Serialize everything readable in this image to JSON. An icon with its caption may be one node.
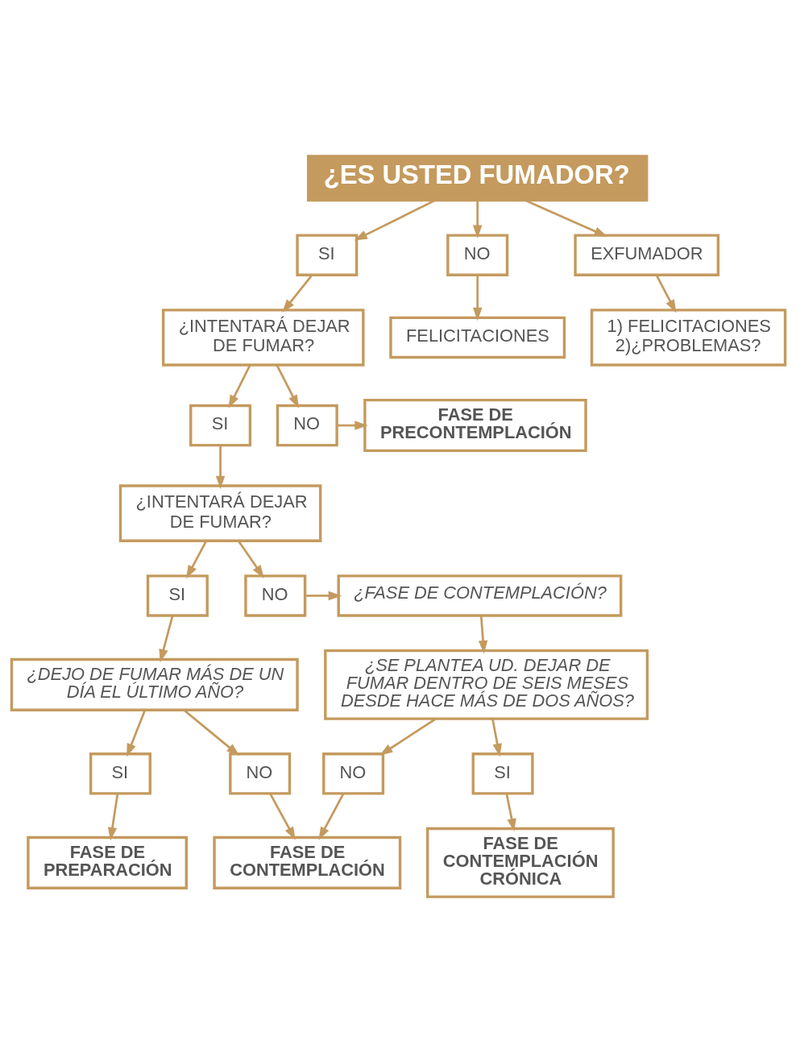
{
  "diagram": {
    "nodes": [
      {
        "text": [
          "¿ES USTED FUMADOR?"
        ]
      },
      {
        "text": [
          "SI"
        ]
      },
      {
        "text": [
          "NO"
        ]
      },
      {
        "text": [
          "EXFUMADOR"
        ]
      },
      {
        "text": [
          "FELICITACIONES"
        ]
      },
      {
        "text": [
          "1) FELICITACIONES",
          "2)¿PROBLEMAS?"
        ]
      },
      {
        "text": [
          "¿INTENTARÁ DEJAR DE FUMAR?"
        ]
      },
      {
        "text": [
          "SI"
        ]
      },
      {
        "text": [
          "NO"
        ]
      },
      {
        "text": [
          "FASE DE PRECONTEMPLACIÓN"
        ]
      },
      {
        "text": [
          "¿INTENTARÁ DEJAR DE FUMAR?"
        ]
      },
      {
        "text": [
          "SI"
        ]
      },
      {
        "text": [
          "NO"
        ]
      },
      {
        "text": [
          "¿FASE DE CONTEMPLACIÓN?"
        ]
      },
      {
        "text": [
          "¿DEJO DE FUMAR MÁS DE UN DÍA EL ÚLTIMO AÑO?"
        ]
      },
      {
        "text": [
          "¿SE PLANTEA UD. DEJAR DE FUMAR DENTRO DE SEIS MESES DESDE HACE MÁS DE DOS AÑOS?"
        ]
      },
      {
        "text": [
          "SI"
        ]
      },
      {
        "text": [
          "NO"
        ]
      },
      {
        "text": [
          "NO"
        ]
      },
      {
        "text": [
          "SI"
        ]
      },
      {
        "text": [
          "FASE DE PREPARACIÓN"
        ]
      },
      {
        "text": [
          "FASE DE CONTEMPLACIÓN"
        ]
      },
      {
        "text": [
          "FASE DE CONTEMPLACIÓN CRÓNICA"
        ]
      }
    ],
    "edges": [
      {
        "from": 0,
        "to": 1,
        "arrow": "to"
      },
      {
        "from": 0,
        "to": 2,
        "arrow": "to"
      },
      {
        "from": 0,
        "to": 3,
        "arrow": "to"
      },
      {
        "from": 1,
        "to": 6,
        "arrow": "to"
      },
      {
        "from": 2,
        "to": 4,
        "arrow": "to"
      },
      {
        "from": 3,
        "to": 5,
        "arrow": "to"
      },
      {
        "from": 6,
        "to": 7,
        "arrow": "to"
      },
      {
        "from": 6,
        "to": 8,
        "arrow": "to"
      },
      {
        "from": 8,
        "to": 9,
        "arrow": "to"
      },
      {
        "from": 7,
        "to": 10,
        "arrow": "to"
      },
      {
        "from": 10,
        "to": 11,
        "arrow": "to"
      },
      {
        "from": 10,
        "to": 12,
        "arrow": "to"
      },
      {
        "from": 12,
        "to": 13,
        "arrow": "to"
      },
      {
        "from": 11,
        "to": 14,
        "arrow": "to"
      },
      {
        "from": 13,
        "to": 15,
        "arrow": "to"
      },
      {
        "from": 14,
        "to": 16,
        "arrow": "to"
      },
      {
        "from": 14,
        "to": 17,
        "arrow": "to"
      },
      {
        "from": 15,
        "to": 18,
        "arrow": "to"
      },
      {
        "from": 15,
        "to": 19,
        "arrow": "to"
      },
      {
        "from": 16,
        "to": 20,
        "arrow": "to"
      },
      {
        "from": 17,
        "to": 21,
        "arrow": "to"
      },
      {
        "from": 18,
        "to": 21,
        "arrow": "to"
      },
      {
        "from": 19,
        "to": 22,
        "arrow": "to"
      }
    ]
  }
}
